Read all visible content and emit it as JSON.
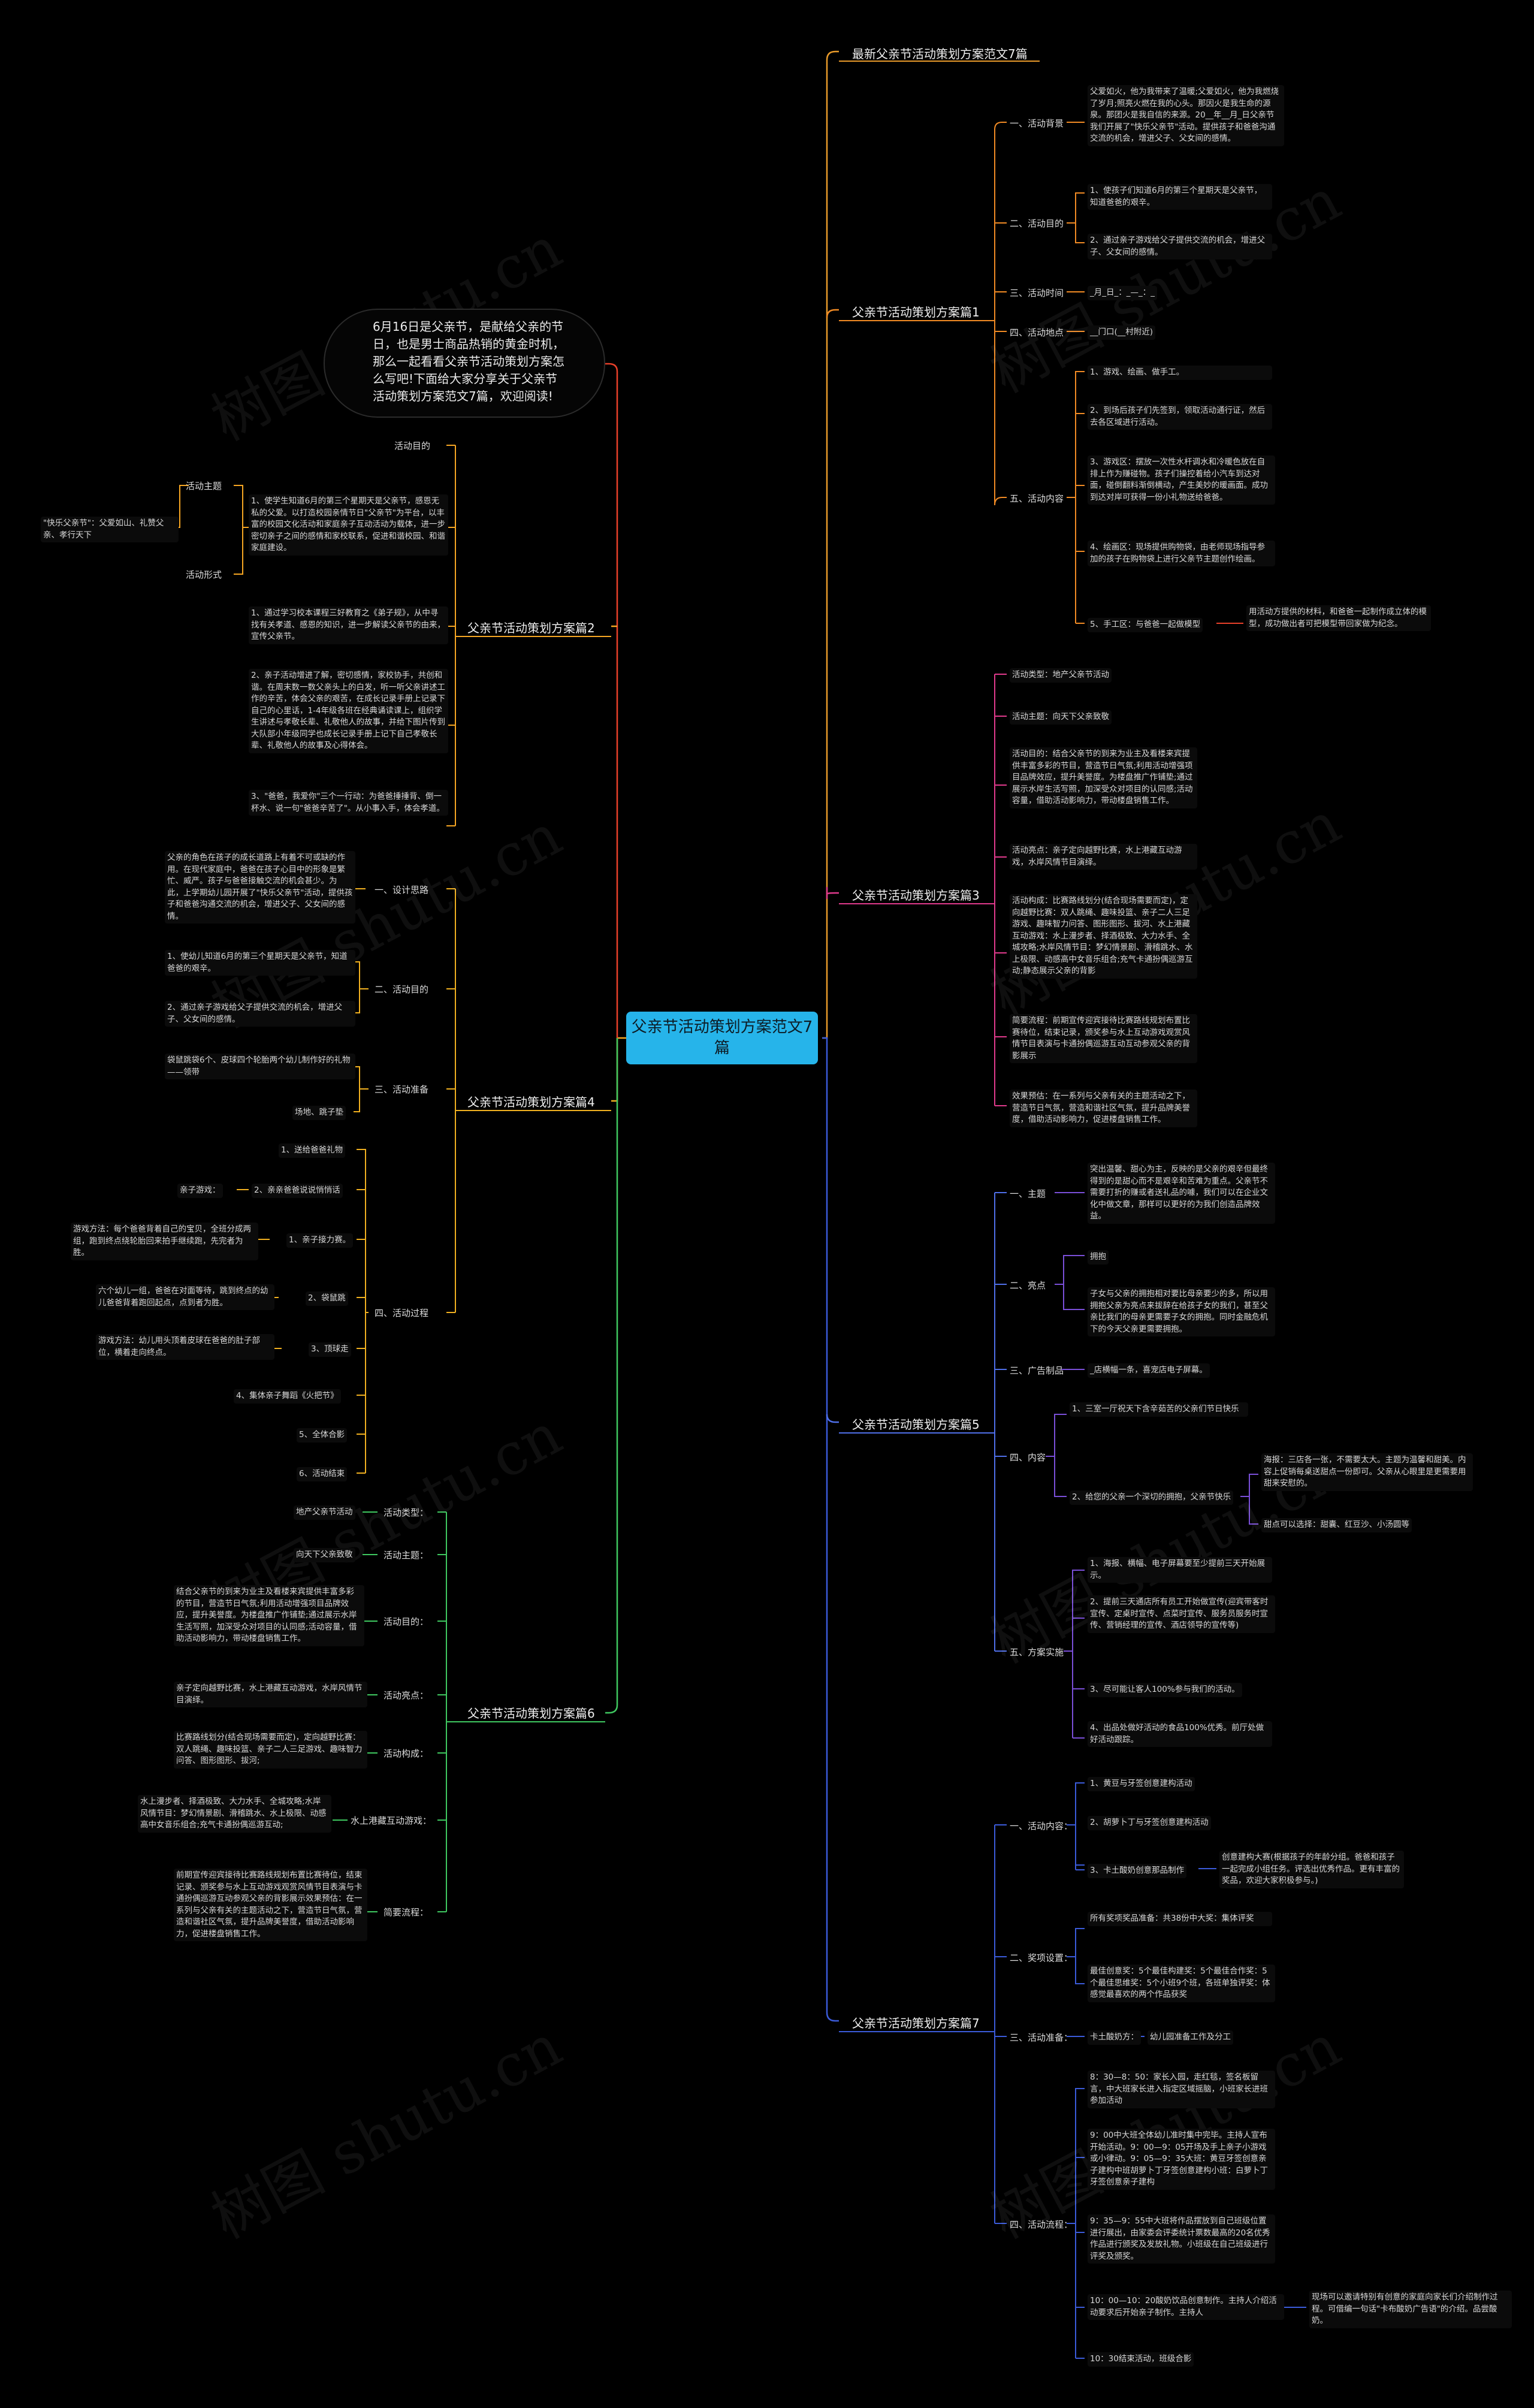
{
  "watermark": "树图 shutu.cn",
  "root": "父亲节活动策划方案范文7篇",
  "intro": "6月16日是父亲节，是献给父亲的节日，也是男士商品热销的黄金时机，那么一起看看父亲节活动策划方案怎么写吧!下面给大家分享关于父亲节活动策划方案范文7篇，欢迎阅读!",
  "right": {
    "top": "最新父亲节活动策划方案范文7篇",
    "p1": {
      "title": "父亲节活动策划方案篇1",
      "bg": "一、活动背景",
      "bg_text": "父爱如火，他为我带来了温暖;父爱如火，他为我燃烧了岁月;照亮火燃在我的心头。那因火是我生命的源泉。那团火是我自信的来源。20__年__月_日父亲节我们开展了\"快乐父亲节\"活动。提供孩子和爸爸沟通交流的机会，增进父子、父女间的感情。",
      "goal": "二、活动目的",
      "goal1": "1、使孩子们知道6月的第三个星期天是父亲节，知道爸爸的艰辛。",
      "goal2": "2、通过亲子游戏给父子提供交流的机会，增进父子、父女间的感情。",
      "time": "三、活动时间",
      "time_v": "_月_日_：_—_：_",
      "place": "四、活动地点",
      "place_v": "__门口(__村附近)",
      "content": "五、活动内容",
      "c1": "1、游戏、绘画、做手工。",
      "c2": "2、到场后孩子们先签到，领取活动通行证，然后去各区域进行活动。",
      "c3": "3、游戏区：摆放一次性水杆调水和冷暖色放在自排上作为赚碰物。孩子们操控着给小汽车到达对面，碰倒翻料渐倒横动，产生美妙的暖画面。成功到达对岸可获得一份小礼物送给爸爸。",
      "c4": "4、绘画区：现场提供购物袋，由老师现场指导参加的孩子在购物袋上进行父亲节主题创作绘画。",
      "c5": "5、手工区：与爸爸一起做模型",
      "c5_leaf": "用活动方提供的材料，和爸爸一起制作成立体的模型，成功做出者可把模型带回家做为纪念。"
    },
    "p3": {
      "title": "父亲节活动策划方案篇3",
      "l1": "活动类型：地产父亲节活动",
      "l2": "活动主题：向天下父亲致敬",
      "l3": "活动目的：结合父亲节的到来为业主及看楼来宾提供丰富多彩的节目，营造节日气氛;利用活动增强项目品牌效应，提升美誉度。为楼盘推广作铺垫;通过展示水岸生活写照，加深受众对项目的认同感;活动容量，借助活动影响力，带动楼盘销售工作。",
      "l4": "活动亮点：亲子定向越野比赛，水上港藏互动游戏，水岸风情节目演绎。",
      "l5": "活动构成：比赛路线划分(结合现场需要而定)，定向越野比赛：双人跳绳、趣味投篮、亲子二人三足游戏、趣味智力问答、图形图形、拔河、水上港藏互动游戏：水上漫步者、择酒极致、大力水手、全城攻略;水岸风情节目：梦幻情景剧、滑稽跳水、水上极限、动感高中女音乐组合;充气卡通扮偶巡游互动;静态展示父亲的背影",
      "l6": "简要流程：前期宣传迎宾接待比赛路线规划布置比赛待位，结束记录，颁奖参与水上互动游戏观赏风情节目表演与卡通扮偶巡游互动互动参观父亲的背影展示",
      "l7": "效果预估：在一系列与父亲有关的主题活动之下，营造节日气氛，营造和谐社区气氛，提升品牌美誉度，借助活动影响力，促进楼盘销售工作。"
    },
    "p5": {
      "title": "父亲节活动策划方案篇5",
      "theme": "一、主题",
      "theme_text": "突出温馨、甜心为主，反映的是父亲的艰辛但最终得到的是甜心而不是艰辛和苦难为重点。父亲节不需要打折的赚或者送礼品的噱，我们可以在企业文化中做文章，那样可以更好的为我们创造品牌效益。",
      "hl": "二、亮点",
      "hl1": "拥抱",
      "hl2": "子女与父亲的拥抱相对要比母亲要少的多，所以用拥抱父亲为亮点来拔辞在给孩子女的我们，甚至父亲比我们的母亲更需要子女的拥抱。同时金融危机下的今天父亲更需要拥抱。",
      "ad": "三、广告制品",
      "ad_v": "_店横幅一条，喜宠店电子屏幕。",
      "ct": "四、内容",
      "ct1": "1、三室一厅祝天下含辛茹苦的父亲们节日快乐",
      "ct2": "2、给您的父亲一个深切的拥抱，父亲节快乐",
      "ct2a": "海报：三店各一张，不需要太大。主题为温馨和甜美。内容上促销每桌送甜点一份即可。父亲从心眼里是更需要用甜来安慰的。",
      "ct2b": "甜点可以选择：甜囊、红豆沙、小汤圆等",
      "impl": "五、方案实施",
      "i1": "1、海报、横幅、电子屏幕要至少提前三天开始展示。",
      "i2": "2、提前三天通店所有员工开始做宣传(迎宾带客时宣传、定桌时宣传、点菜时宣传、服务员服务时宣传、营销经理的宣传、酒店领导的宣传等)",
      "i3": "3、尽可能让客人100%参与我们的活动。",
      "i4": "4、出品处做好活动的食品100%优秀。前厅处做好活动跟踪。"
    },
    "p7": {
      "title": "父亲节活动策划方案篇7",
      "ac": "一、活动内容：",
      "ac1": "1、黄豆与牙签创意建构活动",
      "ac2": "2、胡萝卜丁与牙签创意建构活动",
      "ac3": "3、卡土酸奶创意那品制作",
      "ac3_leaf": "创意建构大赛(根据孩子的年龄分组。爸爸和孩子一起完成小组任务。评选出优秀作品。更有丰富的奖品，欢迎大家积极参与。)",
      "aw": "二、奖项设置：",
      "aw1": "所有奖项奖品准备：共38份中大奖：集体评奖",
      "aw2": "最佳创意奖：5个最佳构建奖：5个最佳合作奖：5个最佳思维奖：5个小班9个班，各班单独评奖：体感觉最喜欢的两个作品获奖",
      "pr": "三、活动准备：",
      "pr1": "卡土酸奶方：",
      "pr1_leaf": "幼儿园准备工作及分工",
      "fl": "四、活动流程：",
      "f1": "8：30—8：50：家长入园，走红毯，签名板留言，中大班家长进入指定区域摇脑，小班家长进班参加活动",
      "f2": "9：00中大班全体幼儿准时集中完毕。主持人宣布开始活动。9：00—9：05开场及手上亲子小游戏或小律动。9：05—9：35大班：黄豆牙签创意亲子建构中班胡萝卜丁牙签创意建构小班：白萝卜丁牙签创意亲子建构",
      "f3": "9：35—9：55中大班将作品摆放到自己班级位置进行展出，由家委会评委统计票数最高的20名优秀作品进行颁奖及发放礼物。小班级在自己班级进行评奖及颁奖。",
      "f4": "10：00—10：20酸奶饮品创意制作。主持人介绍活动要求后开始亲子制作。主持人",
      "f4_leaf": "现场可以邀请特别有创意的家庭向家长们介绍制作过程。可借编一句话\"卡布酸奶广告语\"的介绍。品尝酸奶。",
      "f5": "10：30结束活动，班级合影"
    }
  },
  "left": {
    "p2": {
      "title": "父亲节活动策划方案篇2",
      "goal": "活动目的",
      "theme": "活动主题",
      "theme_v": "\"快乐父亲节\"：父爱如山、礼赞父亲、孝行天下",
      "form": "活动形式",
      "t1": "1、使学生知道6月的第三个星期天是父亲节，感恩无私的父爱。以打造校园亲情节日\"父亲节\"为平台，以丰富的校园文化活动和家庭亲子互动活动为载体，进一步密切亲子之间的感情和家校联系，促进和谐校园、和谐家庭建设。",
      "t2": "1、通过学习校本课程三好教育之《弟子规》，从中寻找有关孝道、感恩的知识，进一步解读父亲节的由来，宣传父亲节。",
      "t3": "2、亲子活动增进了解，密切感情，家校协手，共创和谐。在周末数一数父亲头上的白发，听一听父亲讲述工作的辛苦，体会父亲的艰苦，在成长记录手册上记录下自己的心里话，1-4年级各班在经典诵读课上，组织学生讲述与孝敬长辈、礼敬他人的故事，并给下图片传到大队部小年级同学也成长记录手册上记下自己孝敬长辈、礼敬他人的故事及心得体会。",
      "t4": "3、\"爸爸，我爱你\"三个一行动：为爸爸捶捶背、倒一杯水、说一句\"爸爸辛苦了\"。从小事入手，体会孝道。"
    },
    "p4": {
      "title": "父亲节活动策划方案篇4",
      "d": "一、设计思路",
      "d_text": "父亲的角色在孩子的成长道路上有着不可或缺的作用。在现代家庭中，爸爸在孩子心目中的形象是繁忙、威严。孩子与爸爸接触交流的机会甚少。为此，上学期幼儿园开展了\"快乐父亲节\"活动，提供孩子和爸爸沟通交流的机会，增进父子、父女间的感情。",
      "g": "二、活动目的",
      "g1": "1、使幼儿知道6月的第三个星期天是父亲节，知道爸爸的艰辛。",
      "g2": "2、通过亲子游戏给父子提供交流的机会，增进父子、父女间的感情。",
      "pr": "三、活动准备",
      "pr1": "袋鼠跳袋6个、皮球四个轮胎两个幼儿制作好的礼物——领带",
      "pr2": "场地、跳子垫",
      "pc": "四、活动过程",
      "s1": "1、送给爸爸礼物",
      "s2": "2、亲亲爸爸说说悄悄话",
      "s2_leaf": "亲子游戏：",
      "s3": "1、亲子接力赛。",
      "s3_leaf": "游戏方法：每个爸爸背着自己的宝贝，全班分成两组，跑到终点绕轮胎回来拍手继续跑，先完者为胜。",
      "s4": "2、袋鼠跳",
      "s4_leaf": "六个幼儿一组，爸爸在对面等待，跳到终点的幼儿爸爸背着跑回起点，点到者为胜。",
      "s5": "3、顶球走",
      "s5_leaf": "游戏方法：幼儿用头顶着皮球在爸爸的肚子部位，横着走向终点。",
      "s6": "4、集体亲子舞蹈《火把节》",
      "s7": "5、全体合影",
      "s8": "6、活动结束"
    },
    "p6": {
      "title": "父亲节活动策划方案篇6",
      "k1": "活动类型：",
      "v1": "地产父亲节活动",
      "k2": "活动主题：",
      "v2": "向天下父亲致敬",
      "k3": "活动目的：",
      "v3": "结合父亲节的到来为业主及看楼来宾提供丰富多彩的节目，营造节日气氛;利用活动增强项目品牌效应，提升美誉度。为楼盘推广作铺垫;通过展示水岸生活写照，加深受众对项目的认同感;活动容量，借助活动影响力，带动楼盘销售工作。",
      "k4": "活动亮点：",
      "v4": "亲子定向越野比赛，水上港藏互动游戏，水岸风情节目演绎。",
      "k5": "活动构成：",
      "v5": "比赛路线划分(结合现场需要而定)，定向越野比赛：双人跳绳、趣味投篮、亲子二人三足游戏、趣味智力问答、图形图形、拔河;",
      "k6": "水上港藏互动游戏：",
      "v6": "水上漫步者、择酒极致、大力水手、全城攻略;水岸风情节目：梦幻情景剧、滑稽跳水、水上极限、动感高中女音乐组合;充气卡通扮偶巡游互动;",
      "k7": "简要流程：",
      "v7": "前期宣传迎宾接待比赛路线规划布置比赛待位，结束记录、颁奖参与水上互动游戏观赏风情节目表演与卡通扮偶巡游互动参观父亲的背影展示效果预估：在一系列与父亲有关的主题活动之下，营造节日气氛，营造和谐社区气氛，提升品牌美誉度，借助活动影响力，促进楼盘销售工作。"
    }
  },
  "colors": {
    "root": "#26b4ea",
    "p1": "#f08a24",
    "p3": "#e03a8c",
    "p5": "#4f6fe8",
    "p7": "#3b5bd9",
    "p2": "#f6a623",
    "p4": "#f0b020",
    "p6": "#3fc860",
    "top": "#e89a2a"
  }
}
